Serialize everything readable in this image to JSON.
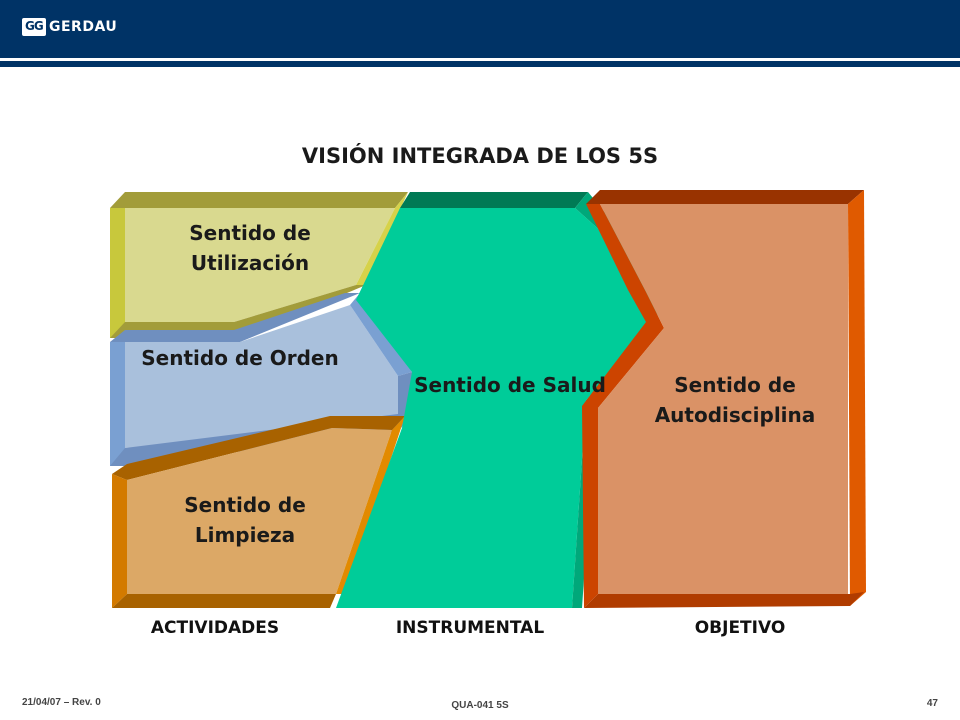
{
  "header": {
    "logo_mark": "GG",
    "logo_text": "GERDAU"
  },
  "title": "VISIÓN INTEGRADA DE LOS 5S",
  "blocks": {
    "utilizacion": "Sentido de Utilización",
    "orden": "Sentido de Orden",
    "limpieza": "Sentido de Limpieza",
    "salud": "Sentido de Salud",
    "autodisciplina": "Sentido de Autodisciplina"
  },
  "columns": {
    "actividades": "ACTIVIDADES",
    "instrumental": "INSTRUMENTAL",
    "objetivo": "OBJETIVO"
  },
  "footer": {
    "date_rev": "21/04/07 – Rev. 0",
    "doc_code": "QUA-041 5S",
    "page_number": "47"
  },
  "colors": {
    "header": "#003366",
    "utilizacion": "#d9d98f",
    "orden": "#a9c0dc",
    "limpieza": "#dca866",
    "salud": "#00cc99",
    "autodisciplina": "#da9266"
  }
}
